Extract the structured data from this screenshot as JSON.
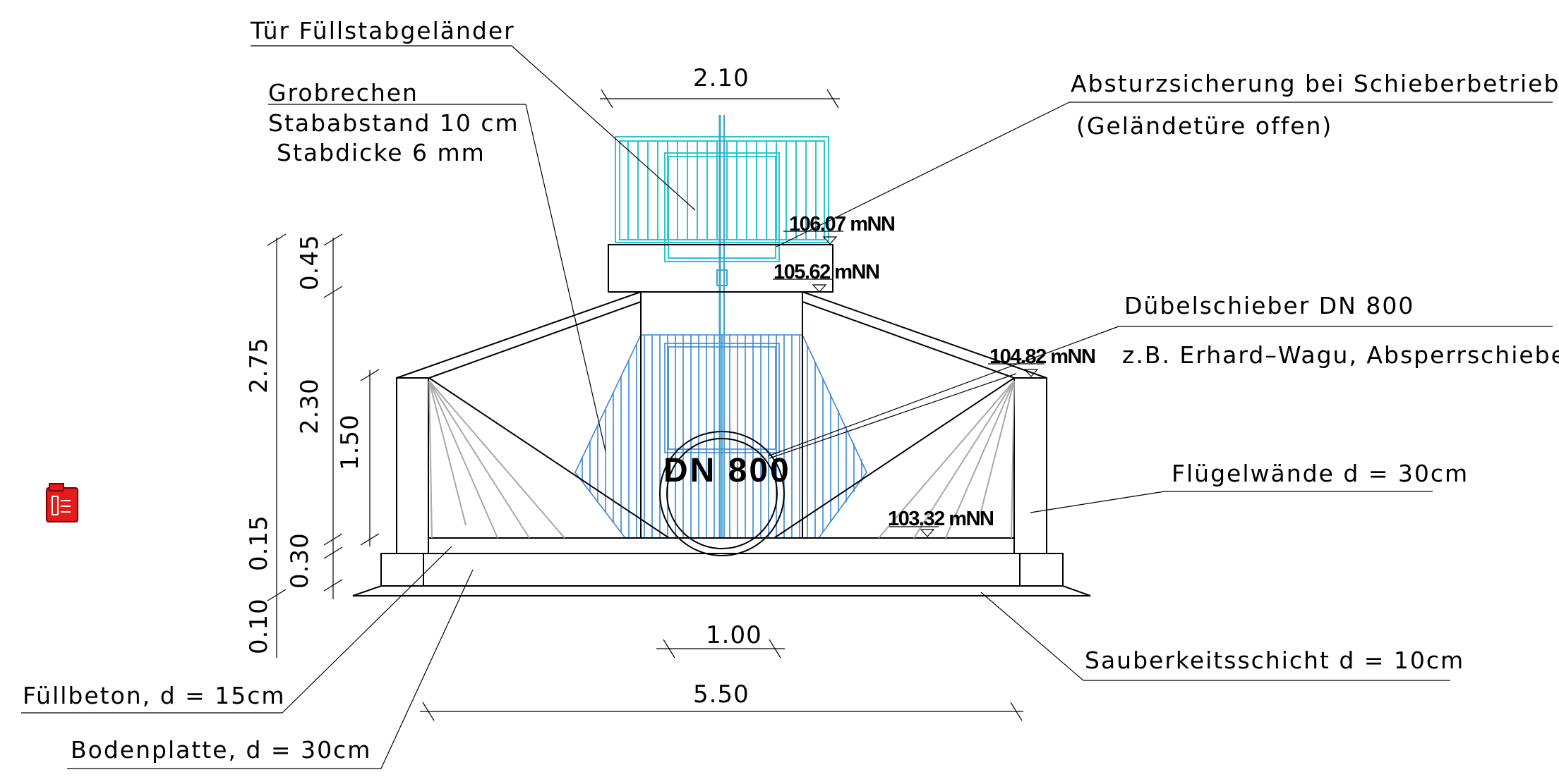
{
  "labels": {
    "tuer": "Tür Füllstabgeländer",
    "grobrechen": "Grobrechen",
    "stababstand": "Stababstand 10 cm",
    "stabdicke": "Stabdicke 6 mm",
    "absturz": "Absturzsicherung bei Schieberbetrieb",
    "gelaende": "(Geländetüre offen)",
    "duebel": "Dübelschieber DN 800",
    "erhard": "z.B. Erhard–Wagu, Absperrschieber",
    "fluegel": "Flügelwände d = 30cm",
    "sauberkeit": "Sauberkeitsschicht d = 10cm",
    "fuellbeton": "Füllbeton, d = 15cm",
    "bodenplatte": "Bodenplatte, d = 30cm",
    "pipe": "DN 800"
  },
  "levels": {
    "l1": "106.07 mNN",
    "l2": "105.62 mNN",
    "l3": "104.82 mNN",
    "l4": "103.32 mNN"
  },
  "dimensions": {
    "top_width": "2.10",
    "pipe_width": "1.00",
    "base_width": "5.50",
    "total_height": "2.75",
    "upper": "0.45",
    "wall": "2.30",
    "wing": "1.50",
    "fill": "0.15",
    "slab": "0.30",
    "clean": "0.10"
  },
  "colors": {
    "railing": "#27c7d3",
    "screen": "#3b86d9",
    "icon": "#e31b1b"
  }
}
